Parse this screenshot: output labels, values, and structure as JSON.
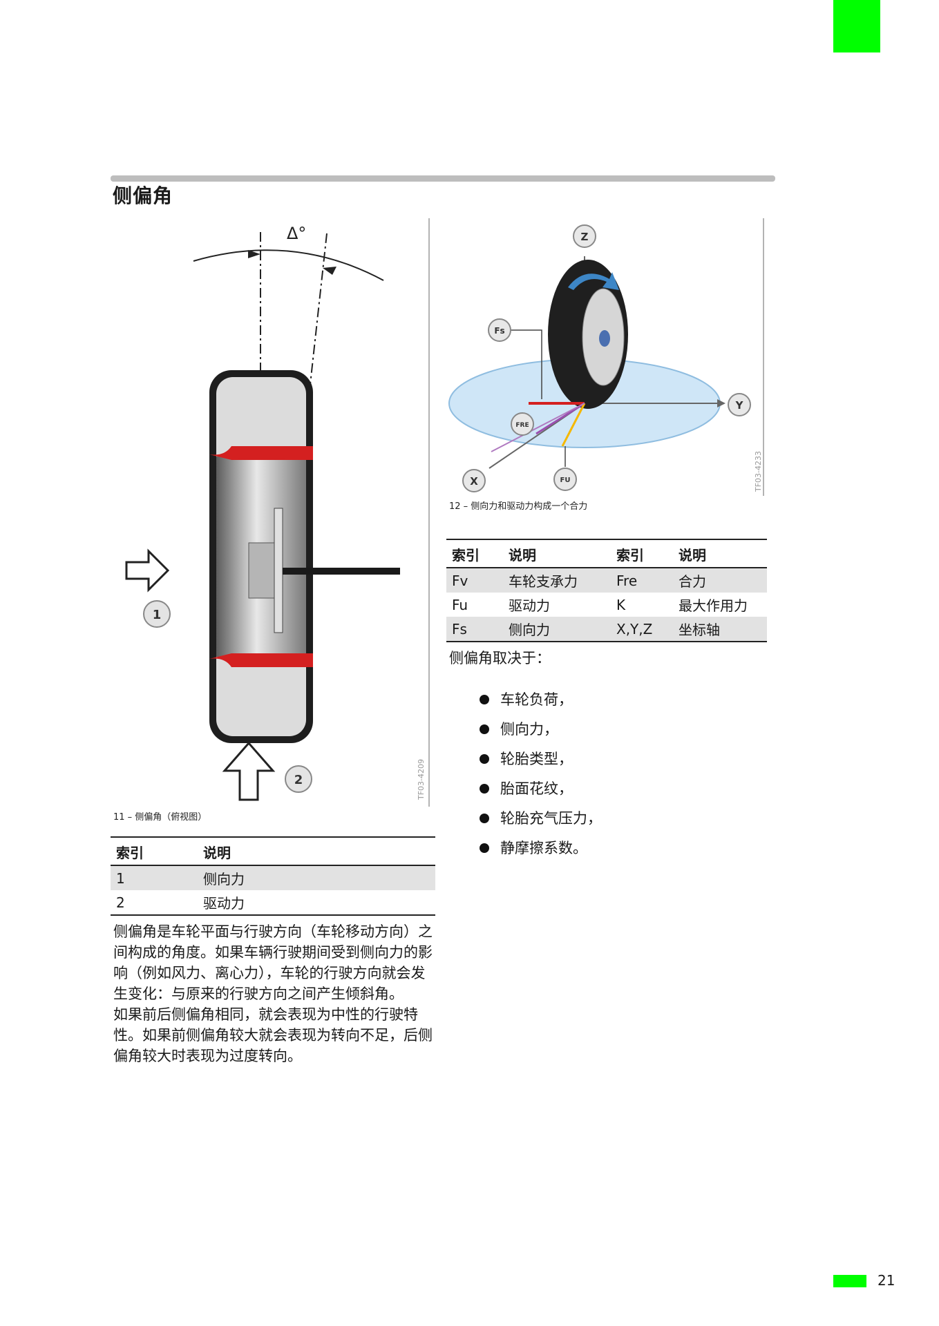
{
  "section": {
    "title": "侧偏角"
  },
  "figure11": {
    "angle_label": "Δ°",
    "marker1": "1",
    "marker2": "2",
    "stamp": "TF03-4209",
    "caption": "11 – 侧偏角（俯视图）"
  },
  "table11": {
    "headers": [
      "索引",
      "说明"
    ],
    "rows": [
      [
        "1",
        "侧向力"
      ],
      [
        "2",
        "驱动力"
      ]
    ]
  },
  "body_text": {
    "para1": "侧偏角是车轮平面与行驶方向（车轮移动方向）之间构成的角度。如果车辆行驶期间受到侧向力的影响（例如风力、离心力），车轮的行驶方向就会发生变化：与原来的行驶方向之间产生倾斜角。",
    "para2": "如果前后侧偏角相同，就会表现为中性的行驶特性。如果前侧偏角较大就会表现为转向不足，后侧偏角较大时表现为过度转向。"
  },
  "figure12": {
    "labels": {
      "z": "Z",
      "y": "Y",
      "x": "X",
      "fs": "Fs",
      "fre": "FRE",
      "fu": "FU"
    },
    "stamp": "TF03-4233",
    "caption": "12 – 侧向力和驱动力构成一个合力"
  },
  "table12": {
    "headers": [
      "索引",
      "说明",
      "索引",
      "说明"
    ],
    "rows": [
      [
        "Fv",
        "车轮支承力",
        "Fre",
        "合力"
      ],
      [
        "Fu",
        "驱动力",
        "K",
        "最大作用力"
      ],
      [
        "Fs",
        "侧向力",
        "X,Y,Z",
        "坐标轴"
      ]
    ]
  },
  "depends": {
    "intro": "侧偏角取决于：",
    "items": [
      "车轮负荷，",
      "侧向力，",
      "轮胎类型，",
      "胎面花纹，",
      "轮胎充气压力，",
      "静摩擦系数。"
    ]
  },
  "footer": {
    "page_number": "21"
  },
  "colors": {
    "accent_green": "#00ff00",
    "force_red": "#d42020",
    "ellipse_blue": "#cfe6f7"
  }
}
